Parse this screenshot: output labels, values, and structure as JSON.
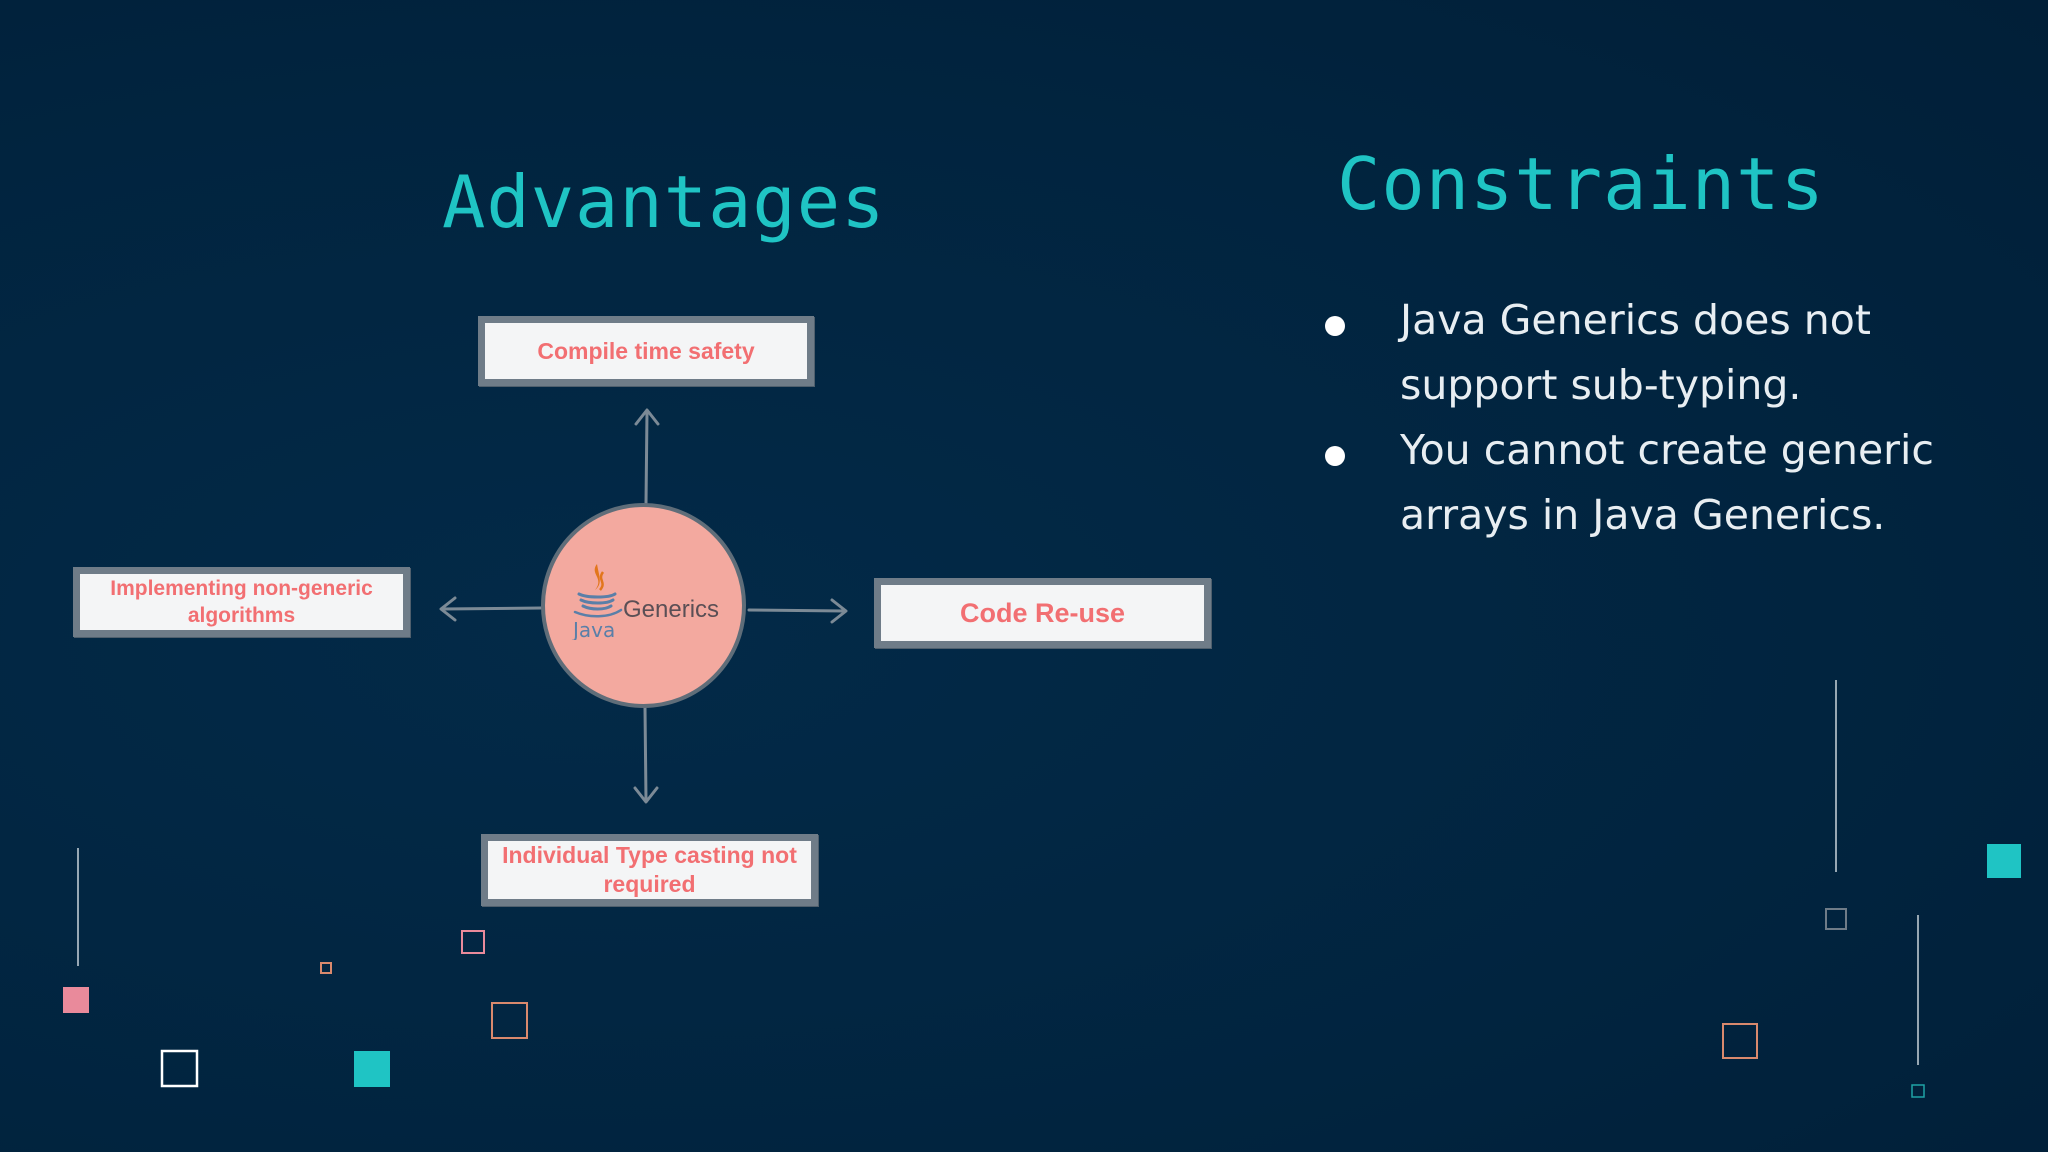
{
  "advantages": {
    "title": "Advantages",
    "center_label": "Generics",
    "top": "Compile time safety",
    "left": "Implementing non-generic algorithms",
    "right": "Code Re-use",
    "bottom": "Individual Type casting not required"
  },
  "constraints": {
    "title": "Constraints",
    "items": [
      "Java Generics does not support sub-typing.",
      "You cannot create generic arrays in Java Generics."
    ]
  },
  "colors": {
    "background": "#01243f",
    "heading": "#1fc4c4",
    "box_text": "#f26f72",
    "hub_fill": "#f3a99f",
    "accent_teal": "#1fc4c4",
    "accent_pink": "#e98a9b",
    "accent_orange": "#d9896d"
  },
  "icons": [
    "java-logo-icon",
    "arrow-up-icon",
    "arrow-down-icon",
    "arrow-left-icon",
    "arrow-right-icon",
    "bullet-icon"
  ]
}
